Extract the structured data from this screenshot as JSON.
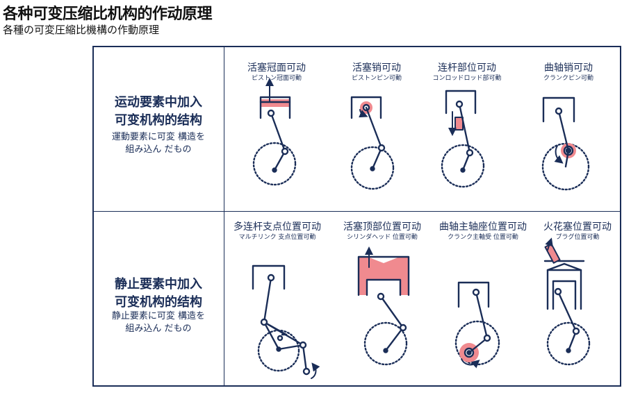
{
  "header": {
    "title": "各种可变压缩比机构的作动原理",
    "subtitle": "各種の可変圧縮比機構の作動原理"
  },
  "rows": [
    {
      "title_line1": "运动要素中加入",
      "title_line2": "可变机构的结构",
      "sub_line1": "運動要素に可変 構造を",
      "sub_line2": "組み込ん だもの",
      "items": [
        {
          "zh": "活塞冠面可动",
          "ja": "ピストン冠面可動"
        },
        {
          "zh": "活塞销可动",
          "ja": "ピストンピン可動"
        },
        {
          "zh": "连杆部位可动",
          "ja": "コンロッドロッド部可動"
        },
        {
          "zh": "曲轴销可动",
          "ja": "クランクピン可動"
        }
      ]
    },
    {
      "title_line1": "静止要素中加入",
      "title_line2": "可变机构的结构",
      "sub_line1": "静止要素に可変 構造を",
      "sub_line2": "組み込ん だもの",
      "items": [
        {
          "zh": "多连杆支点位置可动",
          "ja": "マルチリンク 支点位置可動"
        },
        {
          "zh": "活塞顶部位置可动",
          "ja": "シリンダヘッド 位置可動"
        },
        {
          "zh": "曲轴主轴座位置可动",
          "ja": "クランク主軸受 位置可動"
        },
        {
          "zh": "火花塞位置可动",
          "ja": "プラグ位置可動"
        }
      ]
    }
  ],
  "colors": {
    "navy": "#1a2d57",
    "pink": "#f08a8f",
    "white": "#ffffff"
  }
}
